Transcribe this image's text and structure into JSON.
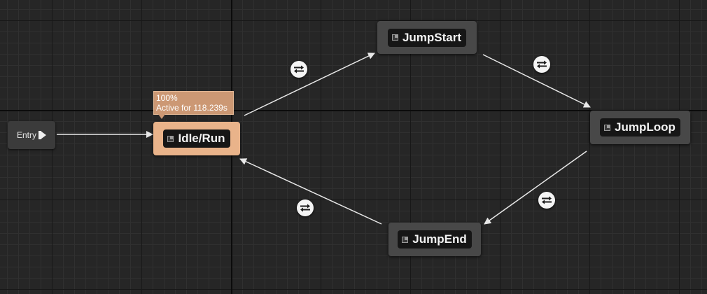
{
  "window": {
    "title": ""
  },
  "graph": {
    "entry": {
      "label": "Entry"
    },
    "states": [
      {
        "label": "Idle/Run",
        "active": true
      },
      {
        "label": "JumpStart",
        "active": false
      },
      {
        "label": "JumpLoop",
        "active": false
      },
      {
        "label": "JumpEnd",
        "active": false
      }
    ],
    "active_state_tooltip": {
      "weight": "100%",
      "status": "Active for 118.239s"
    },
    "transitions": [
      {
        "from": "Entry",
        "to": "Idle/Run",
        "rule_icon": "none"
      },
      {
        "from": "Idle/Run",
        "to": "JumpStart",
        "rule_icon": "transition-rule-icon"
      },
      {
        "from": "JumpStart",
        "to": "JumpLoop",
        "rule_icon": "transition-rule-icon"
      },
      {
        "from": "JumpLoop",
        "to": "JumpEnd",
        "rule_icon": "transition-rule-icon"
      },
      {
        "from": "JumpEnd",
        "to": "Idle/Run",
        "rule_icon": "transition-rule-icon"
      }
    ]
  },
  "colors": {
    "background": "#262626",
    "node": "#484848",
    "node_title": "#161616",
    "active_node": "#e9b38a",
    "tooltip": "#cc9874",
    "wire": "#e8e8e8"
  }
}
